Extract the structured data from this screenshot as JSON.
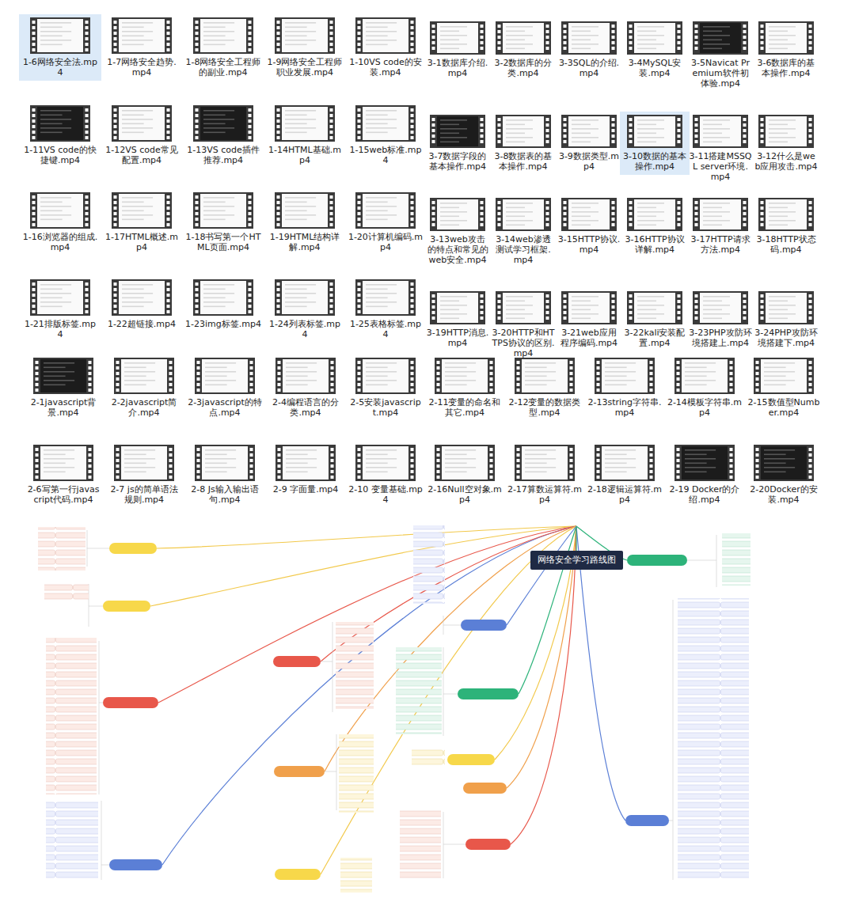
{
  "diagram": {
    "nodes": [
      {
        "text": [
          "网络安全学习路线图"
        ]
      }
    ],
    "labels": [
      "1-6网络安全法.mp4",
      "1-7网络安全趋势.mp4",
      "1-8网络安全工程师的副业.mp4",
      "1-9网络安全工程师职业发展.mp4",
      "1-10VS code的安装.mp4",
      "1-11VS code的快捷键.mp4",
      "1-12VS code常见配置.mp4",
      "1-13VS code插件推荐.mp4",
      "1-14HTML基础.mp4",
      "1-15web标准.mp4",
      "1-16浏览器的组成.mp4",
      "1-17HTML概述.mp4",
      "1-18书写第一个HTML页面.mp4",
      "1-19HTML结构详解.mp4",
      "1-20计算机编码.mp4",
      "1-21排版标签.mp4",
      "1-22超链接.mp4",
      "1-23img标签.mp4",
      "1-24列表标签.mp4",
      "1-25表格标签.mp4",
      "3-1数据库介绍.mp4",
      "3-2数据库的分类.mp4",
      "3-3SQL的介绍.mp4",
      "3-4MySQL安装.mp4",
      "3-5Navicat Premium软件初体验.mp4",
      "3-6数据库的基本操作.mp4",
      "3-7数据字段的基本操作.mp4",
      "3-8数据表的基本操作.mp4",
      "3-9数据类型.mp4",
      "3-10数据的基本操作.mp4",
      "3-11搭建MSSQL server环境.mp4",
      "3-12什么是web应用攻击.mp4",
      "3-13web攻击的特点和常见的web安全.mp4",
      "3-14web渗透测试学习框架.mp4",
      "3-15HTTP协议.mp4",
      "3-16HTTP协议详解.mp4",
      "3-17HTTP请求方法.mp4",
      "3-18HTTP状态码.mp4",
      "3-19HTTP消息.mp4",
      "3-20HTTP和HTTPS协议的区别.mp4",
      "3-21web应用程序编码.mp4",
      "3-22kali安装配置.mp4",
      "3-23PHP攻防环境搭建上.mp4",
      "3-24PHP攻防环境搭建下.mp4",
      "2-1javascript背景.mp4",
      "2-2javascript简介.mp4",
      "2-3javascript的特点.mp4",
      "2-4编程语言的分类.mp4",
      "2-5安装javascript.mp4",
      "2-11变量的命名和其它.mp4",
      "2-12变量的数据类型.mp4",
      "2-13string字符串.mp4",
      "2-14模板字符串.mp4",
      "2-15数值型Number.mp4",
      "2-6写第一行javascript代码.mp4",
      "2-7 js的简单语法规则.mp4",
      "2-8 Js输入输出语句.mp4",
      "2-9 字面量.mp4",
      "2-10 变量基础.mp4",
      "2-16Null空对象.mp4",
      "2-17算数运算符.mp4",
      "2-18逻辑运算符.mp4",
      "2-19 Docker的介绍.mp4",
      "2-20Docker的安装.mp4"
    ]
  }
}
